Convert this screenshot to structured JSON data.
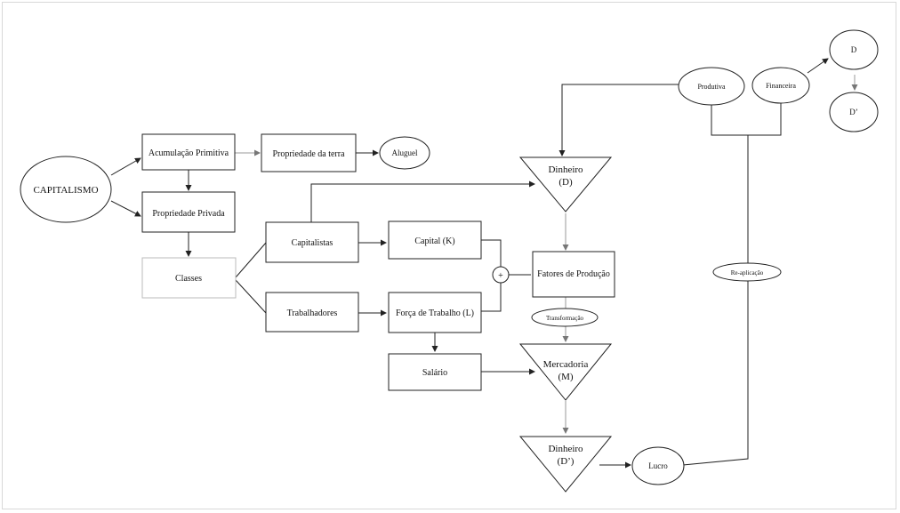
{
  "diagram": {
    "capitalismo": "CAPITALISMO",
    "acumulacao": "Acumulação Primitiva",
    "propriedade_terra": "Propriedade da terra",
    "aluguel": "Aluguel",
    "propriedade_privada": "Propriedade Privada",
    "classes": "Classes",
    "capitalistas": "Capitalistas",
    "trabalhadores": "Trabalhadores",
    "capital": "Capital (K)",
    "forca_trabalho": "Força de Trabalho (L)",
    "salario": "Salário",
    "plus": "+",
    "fatores": "Fatores de Produção",
    "transformacao": "Transformação",
    "dinheiro1_line1": "Dinheiro",
    "dinheiro1_line2": "(D)",
    "mercadoria_line1": "Mercadoria",
    "mercadoria_line2": "(M)",
    "dinheiro2_line1": "Dinheiro",
    "dinheiro2_line2": "(D’)",
    "lucro": "Lucro",
    "reaplicacao": "Re-aplicação",
    "produtiva": "Produtiva",
    "financeira": "Financeira",
    "d": "D",
    "d_linha": "D’"
  }
}
